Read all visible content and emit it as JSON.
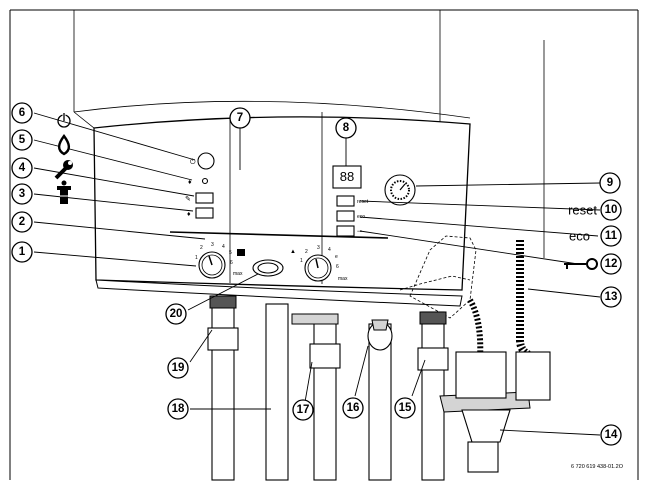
{
  "figure": {
    "callout_numbers": [
      "1",
      "2",
      "3",
      "4",
      "5",
      "6",
      "7",
      "8",
      "9",
      "10",
      "11",
      "12",
      "13",
      "14",
      "15",
      "16",
      "17",
      "18",
      "19",
      "20"
    ],
    "right_labels": {
      "reset": "reset",
      "eco": "eco"
    },
    "panel": {
      "display_digits": "88",
      "reset_button_label": "reset",
      "eco_button_label": "eco",
      "knob_left_scale": [
        "2",
        "3",
        "4",
        "5",
        "6",
        "max",
        "1"
      ],
      "knob_right_scale": [
        "2",
        "3",
        "4",
        "e",
        "6",
        "max",
        "1"
      ]
    },
    "reference_code": "6 720 619 438-01.2O"
  },
  "icons": {
    "6": "power-icon",
    "5": "flame-icon",
    "4": "wrench-icon",
    "3": "chimney-sweep-icon",
    "12": "key-icon"
  }
}
